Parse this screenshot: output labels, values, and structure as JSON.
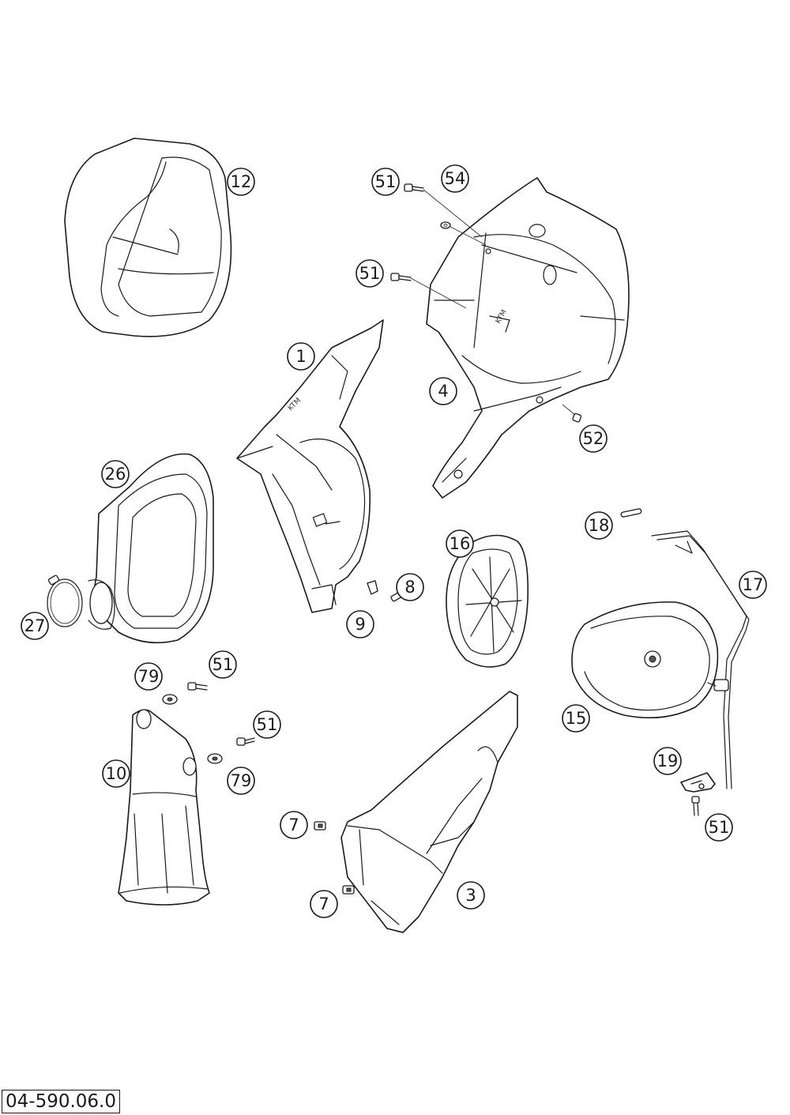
{
  "drawing_number": "04-590.06.0",
  "callouts": [
    {
      "id": "c12",
      "label": "12"
    },
    {
      "id": "c51a",
      "label": "51"
    },
    {
      "id": "c54",
      "label": "54"
    },
    {
      "id": "c51b",
      "label": "51"
    },
    {
      "id": "c1",
      "label": "1"
    },
    {
      "id": "c4",
      "label": "4"
    },
    {
      "id": "c52",
      "label": "52"
    },
    {
      "id": "c26",
      "label": "26"
    },
    {
      "id": "c18",
      "label": "18"
    },
    {
      "id": "c16",
      "label": "16"
    },
    {
      "id": "c17",
      "label": "17"
    },
    {
      "id": "c8",
      "label": "8"
    },
    {
      "id": "c27",
      "label": "27"
    },
    {
      "id": "c9",
      "label": "9"
    },
    {
      "id": "c79a",
      "label": "79"
    },
    {
      "id": "c51c",
      "label": "51"
    },
    {
      "id": "c15",
      "label": "15"
    },
    {
      "id": "c51d",
      "label": "51"
    },
    {
      "id": "c10",
      "label": "10"
    },
    {
      "id": "c79b",
      "label": "79"
    },
    {
      "id": "c19",
      "label": "19"
    },
    {
      "id": "c7a",
      "label": "7"
    },
    {
      "id": "c51e",
      "label": "51"
    },
    {
      "id": "c3",
      "label": "3"
    },
    {
      "id": "c7b",
      "label": "7"
    }
  ]
}
